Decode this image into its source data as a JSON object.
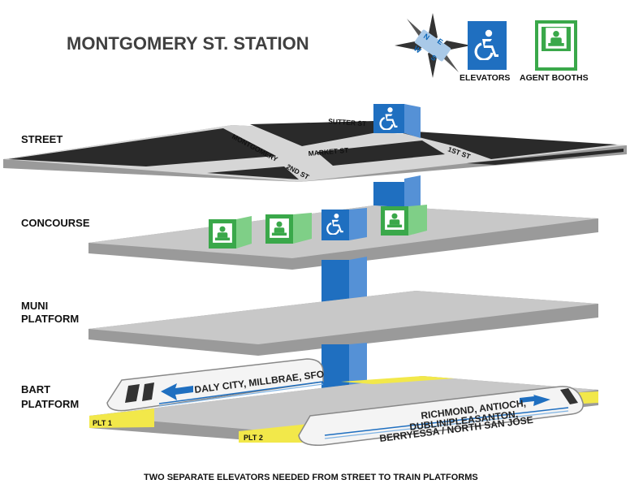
{
  "title": "MONTGOMERY ST. STATION",
  "compass": {
    "letters": [
      "N",
      "E",
      "S",
      "W"
    ]
  },
  "legend": {
    "elevators": "ELEVATORS",
    "agent_booths": "AGENT BOOTHS"
  },
  "levels": {
    "street": "STREET",
    "concourse": "CONCOURSE",
    "muni_line1": "MUNI",
    "muni_line2": "PLATFORM",
    "bart_line1": "BART",
    "bart_line2": "PLATFORM"
  },
  "streets": {
    "sutter": "SUTTER ST",
    "montgomery": "MONTGOMERY",
    "market": "MARKET ST",
    "second": "2ND ST",
    "first": "1ST ST"
  },
  "trains": {
    "left_destination": "DALY CITY, MILLBRAE, SFO",
    "right_line1": "RICHMOND, ANTIOCH,",
    "right_line2": "DUBLIN/PLEASANTON,",
    "right_line3": "BERRYESSA / NORTH SAN JOSE"
  },
  "platforms": {
    "plt1": "PLT 1",
    "plt2": "PLT 2"
  },
  "footnote": "TWO SEPARATE ELEVATORS NEEDED FROM STREET TO TRAIN PLATFORMS",
  "colors": {
    "elevator_blue": "#1f6fc0",
    "booth_green": "#3aa84a",
    "platform_yellow": "#f2e84a",
    "slab_gray": "#c8c8c8"
  }
}
